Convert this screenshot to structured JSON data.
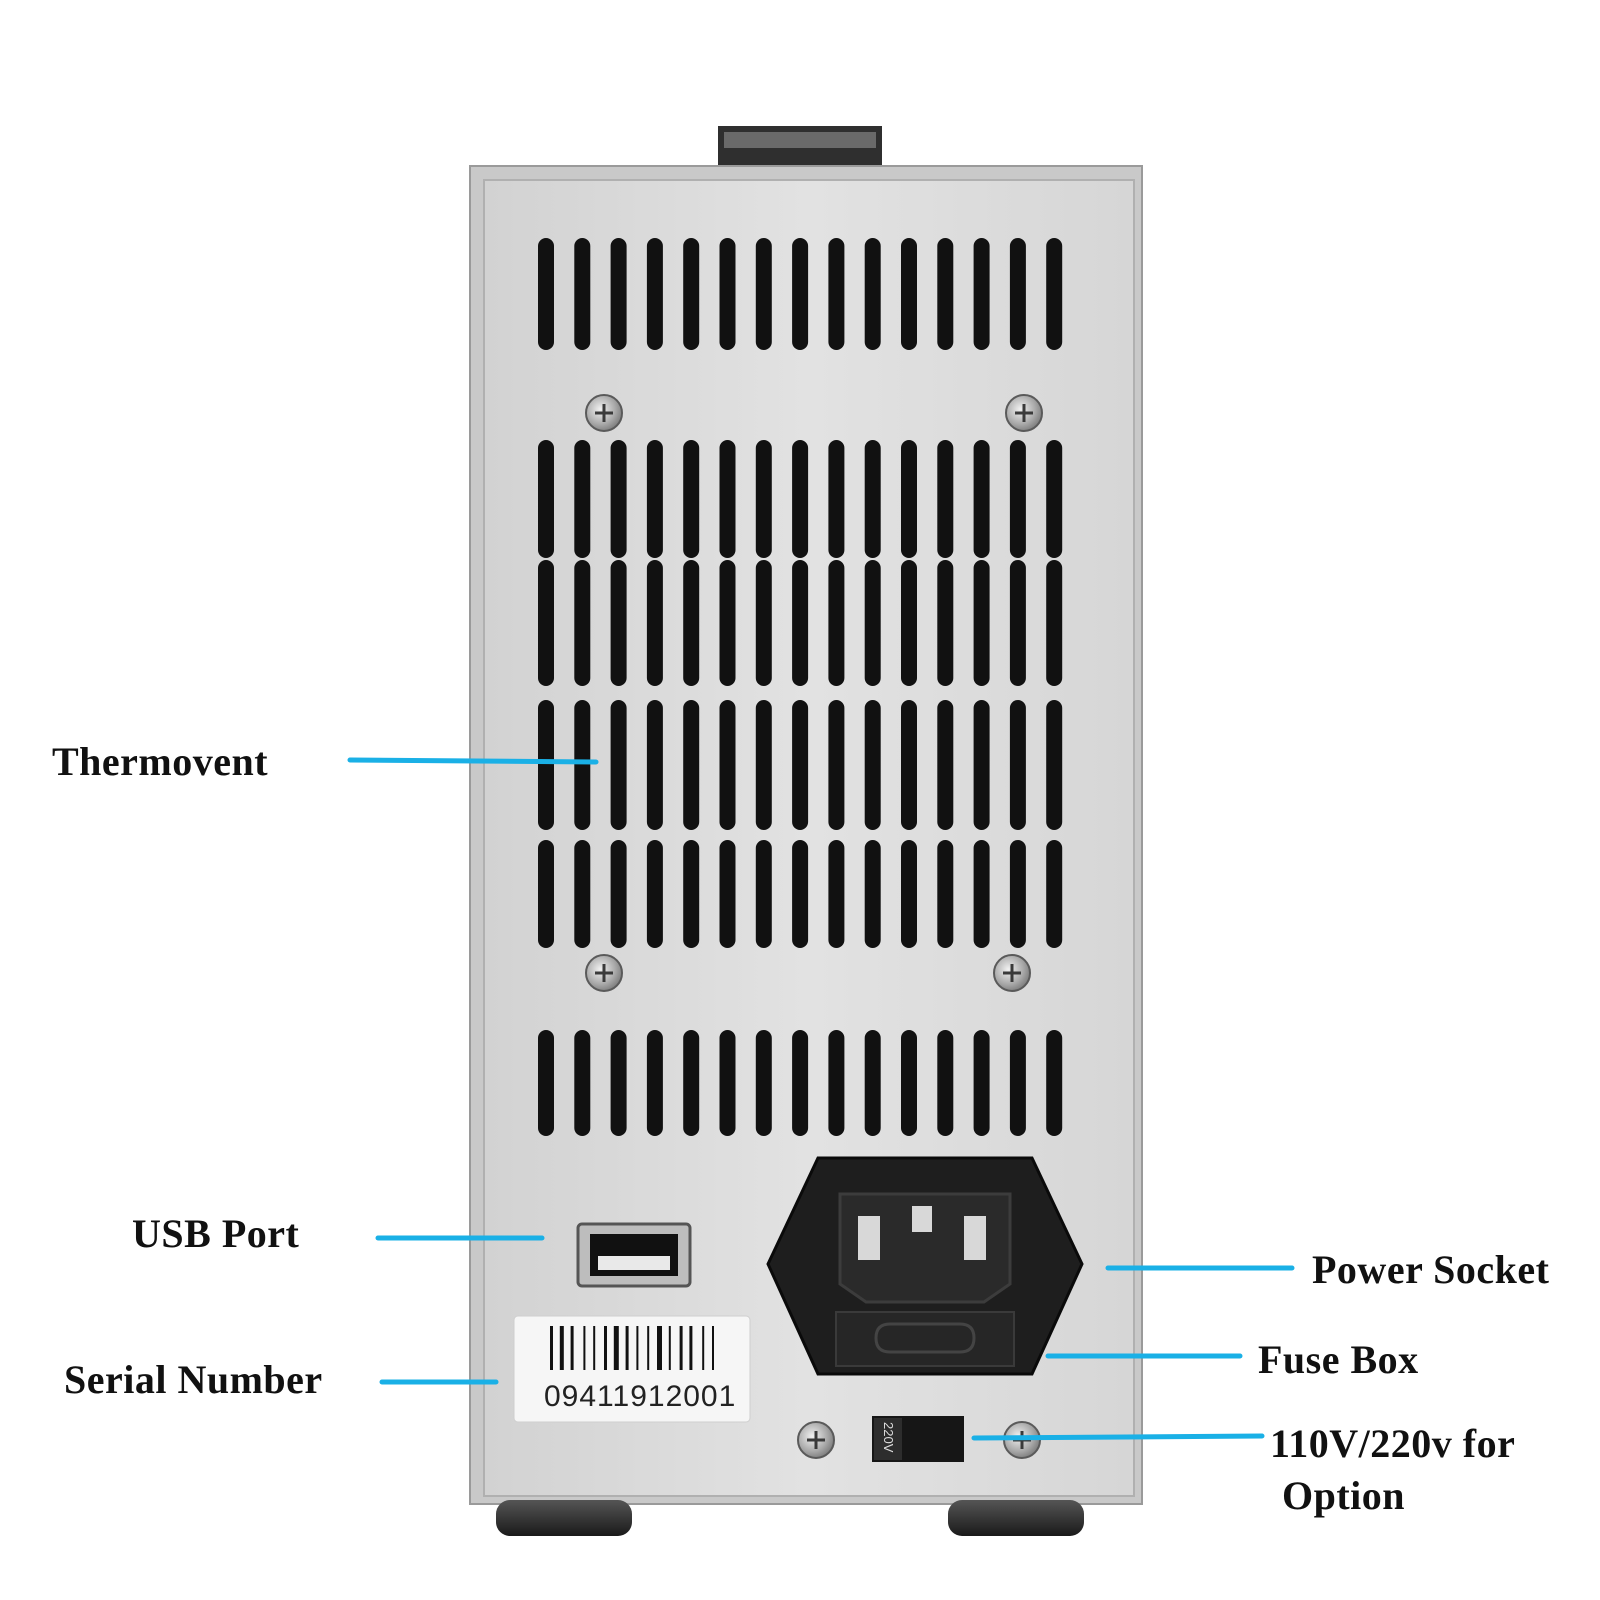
{
  "labels": {
    "thermovent": "Thermovent",
    "usb_port": "USB Port",
    "serial_number": "Serial Number",
    "power_socket": "Power Socket",
    "fuse_box": "Fuse Box",
    "voltage_line1": "110V/220v for",
    "voltage_line2": "Option"
  },
  "device": {
    "serial_value": "09411912001",
    "switch_marking": "220V"
  },
  "colors": {
    "leader_line": "#1ab0e6",
    "panel": "#dcdcdc",
    "panel_border": "#b8b8b8",
    "slot": "#111111"
  }
}
